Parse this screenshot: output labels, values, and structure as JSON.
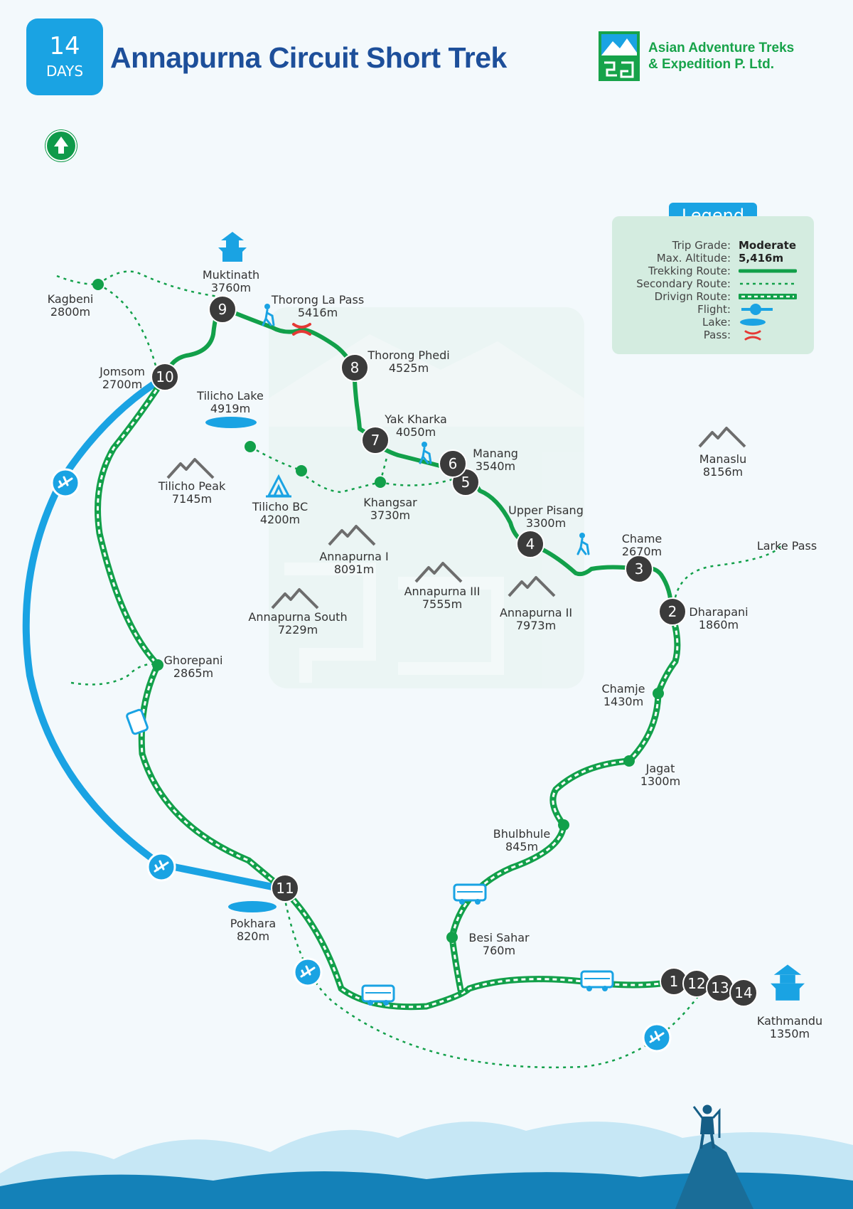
{
  "header": {
    "days_number": "14",
    "days_label": "DAYS",
    "title": "Annapurna Circuit Short Trek",
    "company_line1": "Asian Adventure Treks",
    "company_line2": "& Expedition P. Ltd."
  },
  "icons": {
    "north": "north-arrow-icon",
    "logo": "mountain-logo-icon",
    "flight": "airplane-icon",
    "bus": "bus-icon",
    "jeep": "jeep-icon",
    "hiker": "hiker-icon",
    "peak": "mountain-peak-icon",
    "tent": "tent-icon",
    "temple": "temple-icon",
    "pass": "pass-icon",
    "lake": "lake-icon"
  },
  "colors": {
    "trekking_route": "#12a04a",
    "flight_route": "#1aa3e3",
    "stop_marker": "#3b3b3b",
    "pass_marker": "#e53935",
    "title": "#1d4f9a",
    "peak": "#6d6d6d",
    "legend_bg": "#d4ece0"
  },
  "legend": {
    "title": "Legend",
    "rows": [
      {
        "label": "Trip Grade:",
        "value": "Moderate"
      },
      {
        "label": "Max. Altitude:",
        "value": "5,416m"
      },
      {
        "label": "Trekking Route:",
        "symbol": "trekking"
      },
      {
        "label": "Secondary Route:",
        "symbol": "secondary"
      },
      {
        "label": "Drivign Route:",
        "symbol": "driving"
      },
      {
        "label": "Flight:",
        "symbol": "flight"
      },
      {
        "label": "Lake:",
        "symbol": "lake"
      },
      {
        "label": "Pass:",
        "symbol": "pass"
      }
    ]
  },
  "stops": [
    {
      "label": "1"
    },
    {
      "label": "12"
    },
    {
      "label": "13"
    },
    {
      "label": "14"
    },
    {
      "label": "2"
    },
    {
      "label": "3"
    },
    {
      "label": "4"
    },
    {
      "label": "5"
    },
    {
      "label": "6"
    },
    {
      "label": "7"
    },
    {
      "label": "8"
    },
    {
      "label": "9"
    },
    {
      "label": "10"
    },
    {
      "label": "11"
    }
  ],
  "places": [
    {
      "name": "Muktinath",
      "altitude": "3760m"
    },
    {
      "name": "Kagbeni",
      "altitude": "2800m"
    },
    {
      "name": "Thorong  La Pass",
      "altitude": "5416m"
    },
    {
      "name": "Thorong Phedi",
      "altitude": "4525m"
    },
    {
      "name": "Jomsom",
      "altitude": "2700m"
    },
    {
      "name": "Tilicho Lake",
      "altitude": "4919m"
    },
    {
      "name": "Yak Kharka",
      "altitude": "4050m"
    },
    {
      "name": "Manang",
      "altitude": "3540m"
    },
    {
      "name": "Manaslu",
      "altitude": "8156m"
    },
    {
      "name": "Tilicho Peak",
      "altitude": "7145m"
    },
    {
      "name": "Tilicho BC",
      "altitude": "4200m"
    },
    {
      "name": "Khangsar",
      "altitude": "3730m"
    },
    {
      "name": "Upper Pisang",
      "altitude": "3300m"
    },
    {
      "name": "Chame",
      "altitude": "2670m"
    },
    {
      "name": "Larke Pass",
      "altitude": ""
    },
    {
      "name": "Annapurna I",
      "altitude": "8091m"
    },
    {
      "name": "Annapurna III",
      "altitude": "7555m"
    },
    {
      "name": "Annapurna II",
      "altitude": "7973m"
    },
    {
      "name": "Annapurna South",
      "altitude": "7229m"
    },
    {
      "name": "Dharapani",
      "altitude": "1860m"
    },
    {
      "name": "Ghorepani",
      "altitude": "2865m"
    },
    {
      "name": "Chamje",
      "altitude": "1430m"
    },
    {
      "name": "Jagat",
      "altitude": "1300m"
    },
    {
      "name": "Bhulbhule",
      "altitude": "845m"
    },
    {
      "name": "Besi Sahar",
      "altitude": "760m"
    },
    {
      "name": "Pokhara",
      "altitude": "820m"
    },
    {
      "name": "Kathmandu",
      "altitude": "1350m"
    }
  ]
}
